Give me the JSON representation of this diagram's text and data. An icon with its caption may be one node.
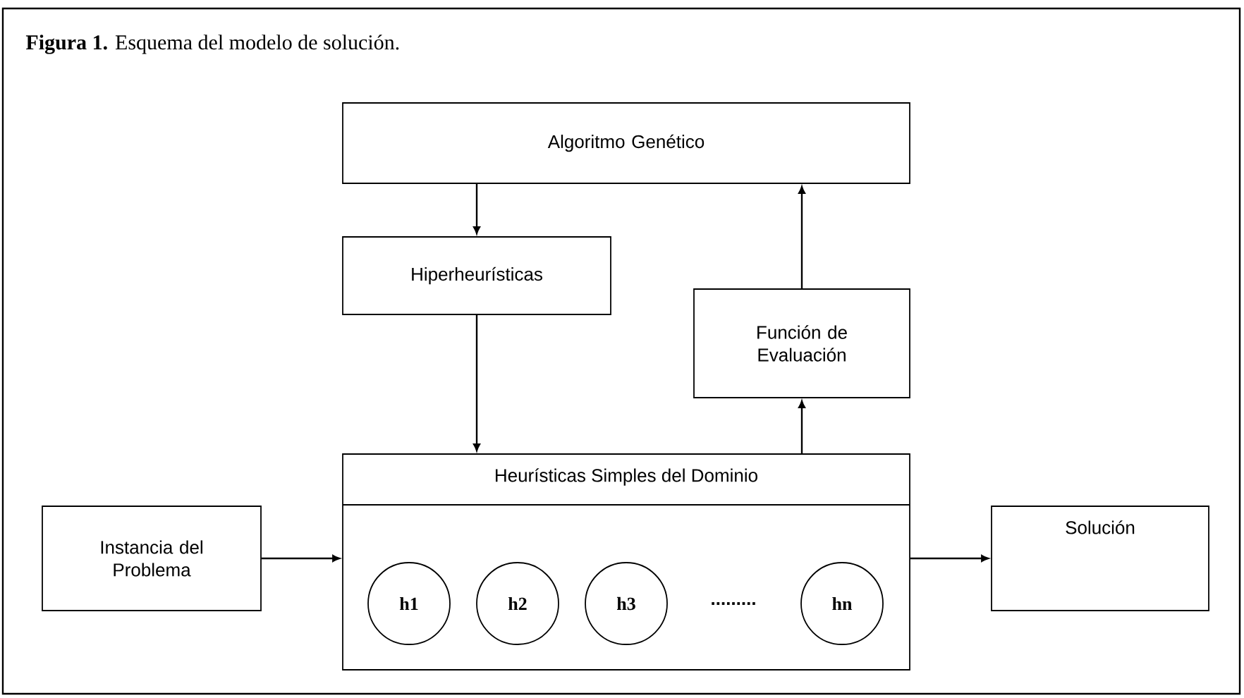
{
  "diagram": {
    "title": "**Figura 1.** Esquema del modelo de solución.",
    "nodes": [
      {
        "text": [
          "Algoritmo Genético"
        ]
      },
      {
        "text": [
          "Hiperheurísticas"
        ]
      },
      {
        "text": [
          "Función de Evaluación"
        ]
      },
      {
        "text": [
          "Heurísticas Simples del Dominio"
        ]
      },
      {
        "text": [
          "Instancia del Problema"
        ]
      },
      {
        "text": [
          "Solución"
        ]
      },
      {
        "text": [
          "h1"
        ],
        "in": 3
      },
      {
        "text": [
          "h2"
        ],
        "in": 3
      },
      {
        "text": [
          "h3"
        ],
        "in": 3
      },
      {
        "text": [
          "hn"
        ],
        "in": 3
      }
    ],
    "edges": [
      {
        "from": 0,
        "to": 1,
        "arrow": "to"
      },
      {
        "from": 1,
        "to": 3,
        "arrow": "to"
      },
      {
        "from": 3,
        "to": 2,
        "arrow": "to"
      },
      {
        "from": 2,
        "to": 0,
        "arrow": "to"
      },
      {
        "from": 4,
        "to": 3,
        "arrow": "to"
      },
      {
        "from": 3,
        "to": 5,
        "arrow": "to"
      }
    ],
    "labels": [
      "........."
    ]
  }
}
